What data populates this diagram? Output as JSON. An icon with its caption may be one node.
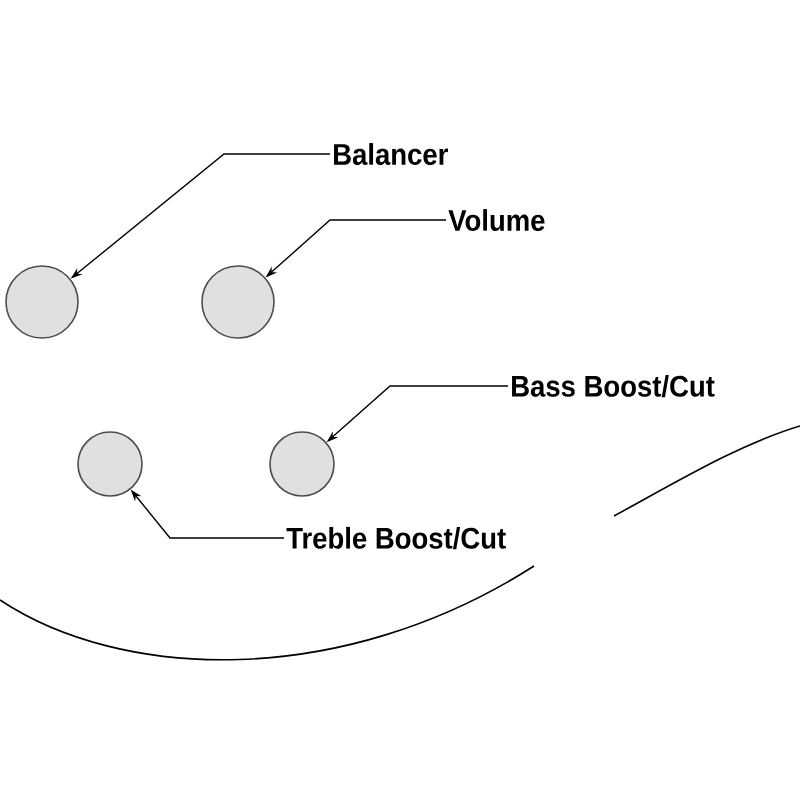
{
  "diagram": {
    "nodes": [
      {
        "text": [
          "Balancer"
        ]
      },
      {
        "text": [
          "Volume"
        ]
      },
      {
        "text": [
          "Bass Boost/Cut"
        ]
      },
      {
        "text": [
          "Treble Boost/Cut"
        ]
      },
      {
        "text": [],
        "shape": "circle"
      },
      {
        "text": [],
        "shape": "circle"
      },
      {
        "text": [],
        "shape": "circle"
      },
      {
        "text": [],
        "shape": "circle"
      }
    ],
    "edges": [
      {
        "from": 0,
        "to": 4,
        "arrow": "to"
      },
      {
        "from": 1,
        "to": 5,
        "arrow": "to"
      },
      {
        "from": 2,
        "to": 7,
        "arrow": "to"
      },
      {
        "from": 3,
        "to": 6,
        "arrow": "to"
      }
    ]
  }
}
